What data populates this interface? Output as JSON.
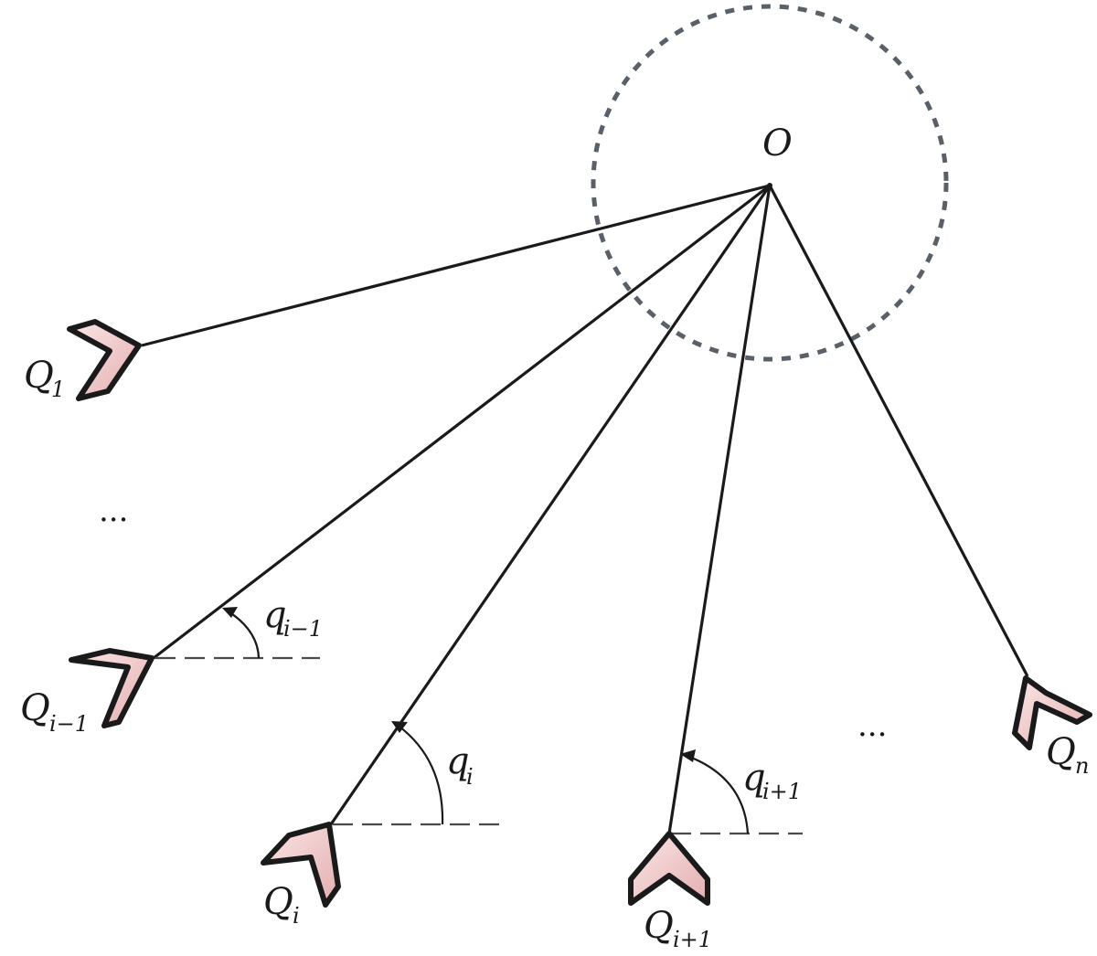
{
  "origin": {
    "label": "O"
  },
  "agents": [
    {
      "id": "q1",
      "label": "Q",
      "sub": "1"
    },
    {
      "id": "qim1",
      "label": "Q",
      "sub": "i−1",
      "angle": {
        "label": "q",
        "sub": "i−1"
      }
    },
    {
      "id": "qi",
      "label": "Q",
      "sub": "i",
      "angle": {
        "label": "q",
        "sub": "i"
      }
    },
    {
      "id": "qip1",
      "label": "Q",
      "sub": "i+1",
      "angle": {
        "label": "q",
        "sub": "i+1"
      }
    },
    {
      "id": "qn",
      "label": "Q",
      "sub": "n"
    }
  ],
  "ellipsis": [
    "...",
    "..."
  ],
  "colors": {
    "agent_fill_light": "#fbe6e6",
    "agent_fill_dark": "#e3aeb0",
    "stroke": "#1a1a1a",
    "boundary_circle": "#5a6068"
  }
}
